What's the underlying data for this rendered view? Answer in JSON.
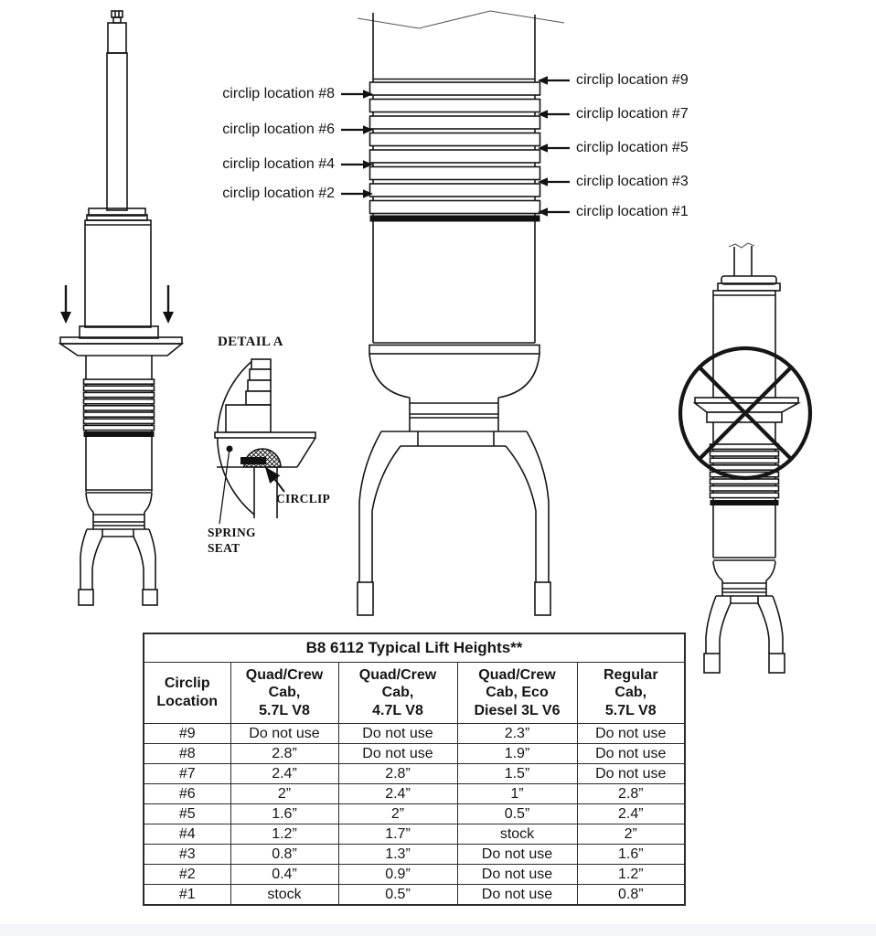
{
  "figure": {
    "detail": {
      "title": "DETAIL A",
      "circlip_label": "CIRCLIP",
      "spring_seat_label": "SPRING\nSEAT"
    },
    "callouts": {
      "left": [
        {
          "label": "circlip location #8"
        },
        {
          "label": "circlip location #6"
        },
        {
          "label": "circlip location #4"
        },
        {
          "label": "circlip location #2"
        }
      ],
      "right": [
        {
          "label": "circlip location #9"
        },
        {
          "label": "circlip location #7"
        },
        {
          "label": "circlip location #5"
        },
        {
          "label": "circlip location #3"
        },
        {
          "label": "circlip location #1"
        }
      ]
    }
  },
  "table": {
    "title": "B8 6112 Typical Lift Heights**",
    "columns": [
      "Circlip\nLocation",
      "Quad/Crew\nCab,\n5.7L V8",
      "Quad/Crew\nCab,\n4.7L V8",
      "Quad/Crew\nCab, Eco\nDiesel 3L V6",
      "Regular\nCab,\n5.7L V8"
    ],
    "rows": [
      {
        "location": "#9",
        "values": [
          "Do not use",
          "Do not use",
          "2.3”",
          "Do not use"
        ]
      },
      {
        "location": "#8",
        "values": [
          "2.8”",
          "Do not use",
          "1.9”",
          "Do not use"
        ]
      },
      {
        "location": "#7",
        "values": [
          "2.4”",
          "2.8”",
          "1.5”",
          "Do not use"
        ]
      },
      {
        "location": "#6",
        "values": [
          "2”",
          "2.4”",
          "1”",
          "2.8”"
        ]
      },
      {
        "location": "#5",
        "values": [
          "1.6”",
          "2”",
          "0.5”",
          "2.4”"
        ]
      },
      {
        "location": "#4",
        "values": [
          "1.2”",
          "1.7”",
          "stock",
          "2”"
        ]
      },
      {
        "location": "#3",
        "values": [
          "0.8”",
          "1.3”",
          "Do not use",
          "1.6”"
        ]
      },
      {
        "location": "#2",
        "values": [
          "0.4”",
          "0.9”",
          "Do not use",
          "1.2”"
        ]
      },
      {
        "location": "#1",
        "values": [
          "stock",
          "0.5”",
          "Do not use",
          "0.8”"
        ]
      }
    ]
  },
  "colors": {
    "line": "#161616",
    "background": "#ffffff"
  }
}
